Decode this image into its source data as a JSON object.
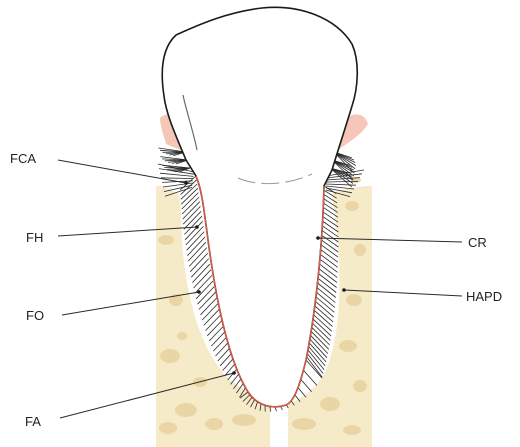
{
  "labels": {
    "fca": "FCA",
    "fh": "FH",
    "fo": "FO",
    "fa": "FA",
    "cr": "CR",
    "hapd": "HAPD"
  },
  "colors": {
    "bone": "#f6ebc8",
    "bone_spot": "#ead6a4",
    "gingiva": "#f6c6b8",
    "cementum": "#e35a4a",
    "tooth_outline": "#1a1a1a",
    "fiber": "#2a2a2a",
    "leader": "#2a2a2a",
    "background": "#ffffff"
  }
}
